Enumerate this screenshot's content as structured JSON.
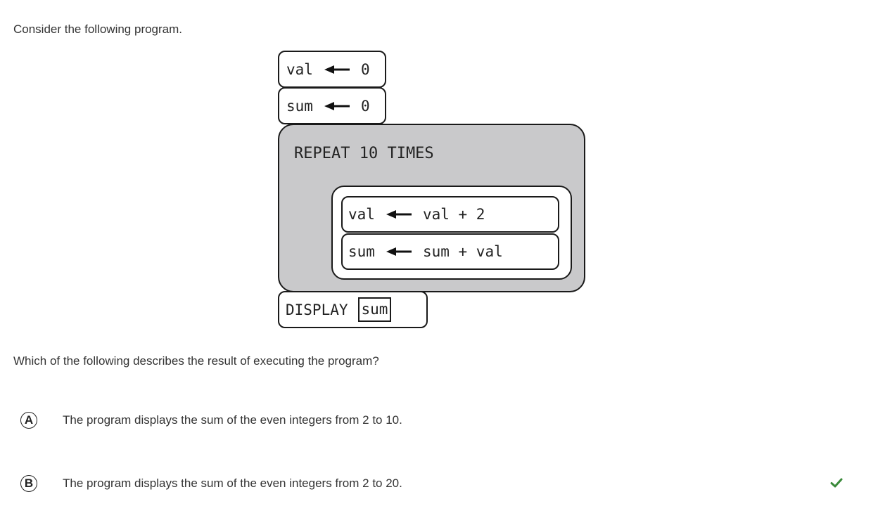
{
  "question": {
    "intro": "Consider the following program.",
    "prompt": "Which of the following describes the result of executing the program?"
  },
  "program": {
    "line1": {
      "target": "val",
      "value": "0"
    },
    "line2": {
      "target": "sum",
      "value": "0"
    },
    "repeat_label": "REPEAT 10 TIMES",
    "inner1": {
      "target": "val",
      "expr": "val + 2"
    },
    "inner2": {
      "target": "sum",
      "expr": "sum + val"
    },
    "display_keyword": "DISPLAY",
    "display_arg": "sum"
  },
  "choices": [
    {
      "letter": "A",
      "text": "The program displays the sum of the even integers from 2 to 10.",
      "correct": false
    },
    {
      "letter": "B",
      "text": "The program displays the sum of the even integers from 2 to 20.",
      "correct": true
    }
  ],
  "colors": {
    "loop_background": "#c9c9cb",
    "correct_check": "#3a8a3a"
  },
  "icons": {
    "assignment": "left-arrow-icon",
    "correct": "checkmark-icon"
  }
}
